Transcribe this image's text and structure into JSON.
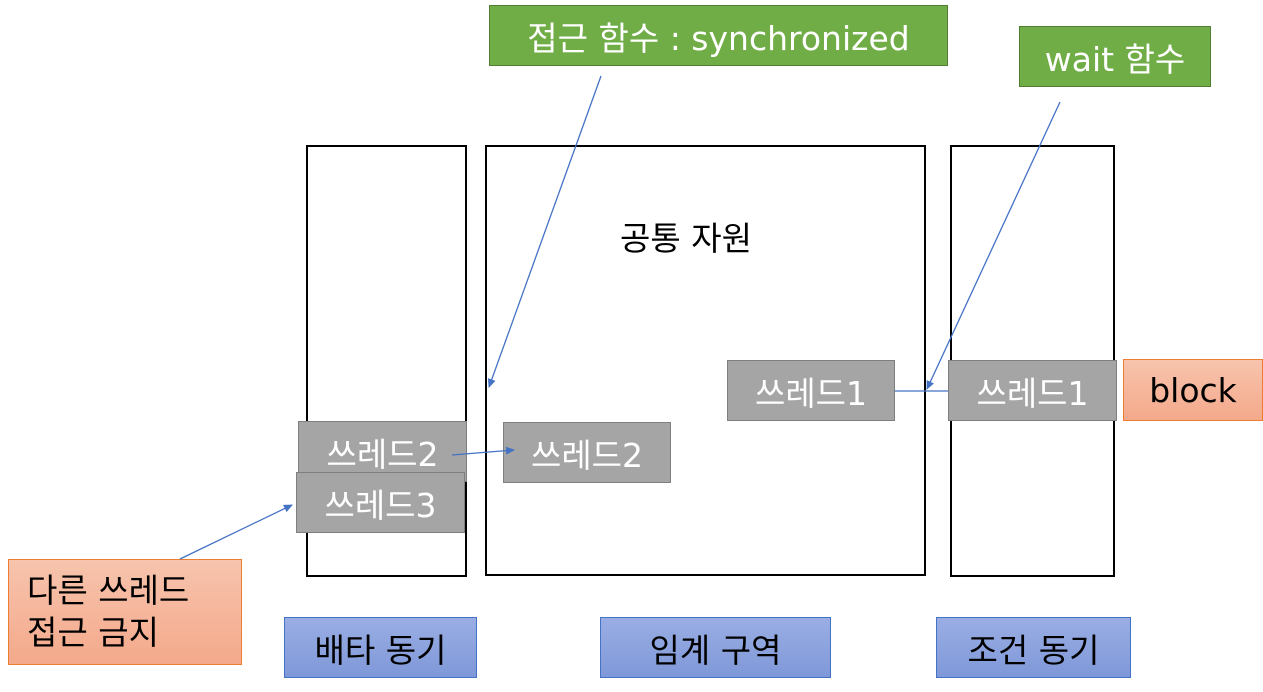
{
  "labels": {
    "access_func": "접근 함수 : synchronized",
    "wait_func": "wait 함수",
    "shared_resource": "공통 자원",
    "block": "block",
    "deny_access_line1": "다른 쓰레드",
    "deny_access_line2": "접근 금지",
    "mutex_sync": "배타 동기",
    "critical_section": "임계 구역",
    "condition_sync": "조건 동기"
  },
  "threads": {
    "t1_critical": "쓰레드1",
    "t1_condition": "쓰레드1",
    "t2_mutex": "쓰레드2",
    "t2_critical": "쓰레드2",
    "t3_mutex": "쓰레드3"
  },
  "colors": {
    "green": "#70ad47",
    "thread_gray": "#a5a5a5",
    "orange": "#f4b183",
    "blue": "#8faadc",
    "arrow": "#4472c4"
  }
}
